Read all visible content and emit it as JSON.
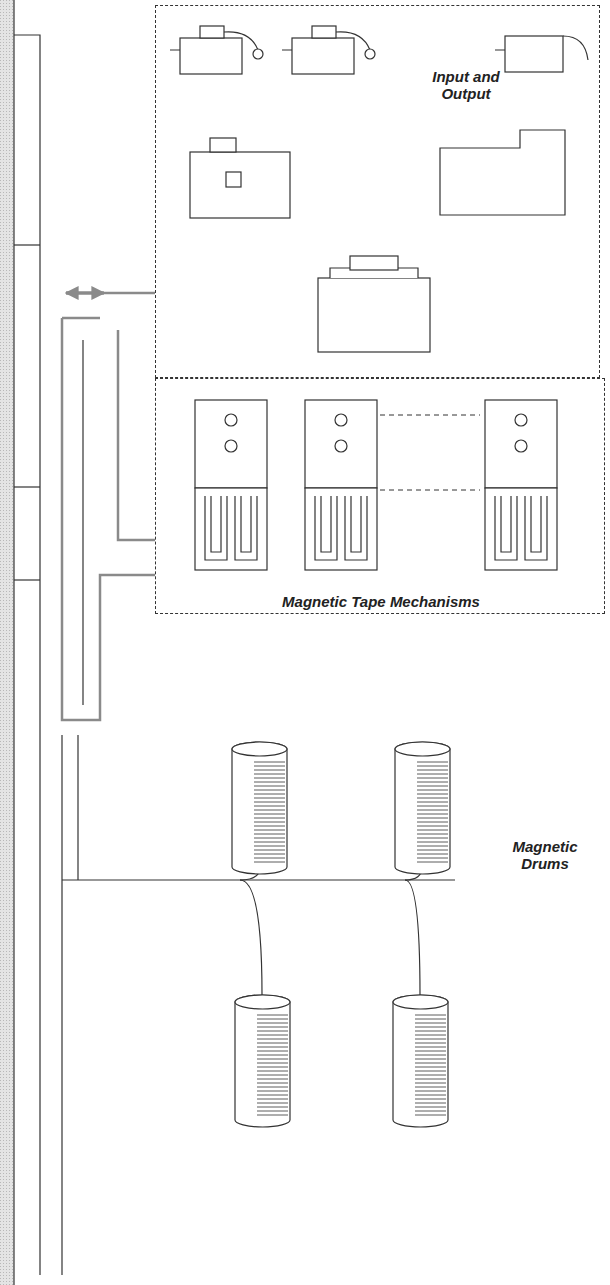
{
  "diagram": {
    "nodes": [
      {
        "text": [
          "Input and Output"
        ]
      },
      {
        "text": [
          "Magnetic Tape Mechanisms"
        ]
      }
    ],
    "labels": [
      "Magnetic Drums"
    ]
  }
}
